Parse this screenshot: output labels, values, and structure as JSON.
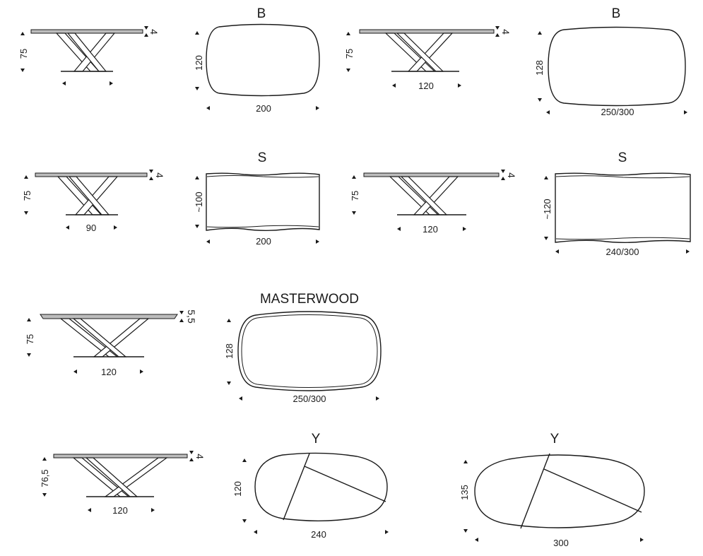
{
  "titles": {
    "b1": "B",
    "b2": "B",
    "s1": "S",
    "s2": "S",
    "masterwood": "MASTERWOOD",
    "y1": "Y",
    "y2": "Y"
  },
  "row1": {
    "side_a": {
      "height": "75",
      "thickness": "4"
    },
    "top_a": {
      "depth": "120",
      "length": "200"
    },
    "side_b": {
      "height": "75",
      "thickness": "4",
      "base": "120"
    },
    "top_b": {
      "depth": "128",
      "length": "250/300"
    }
  },
  "row2": {
    "side_a": {
      "height": "75",
      "thickness": "4",
      "base": "90"
    },
    "top_a": {
      "depth": "~100",
      "length": "200"
    },
    "side_b": {
      "height": "75",
      "thickness": "4",
      "base": "120"
    },
    "top_b": {
      "depth": "~120",
      "length": "240/300"
    }
  },
  "row3": {
    "side": {
      "height": "75",
      "thickness": "5,5",
      "base": "120"
    },
    "top": {
      "depth": "128",
      "length": "250/300"
    }
  },
  "row4": {
    "side": {
      "height": "76,5",
      "thickness": "4",
      "base": "120"
    },
    "top_a": {
      "depth": "120",
      "length": "240"
    },
    "top_b": {
      "depth": "135",
      "length": "300"
    }
  }
}
